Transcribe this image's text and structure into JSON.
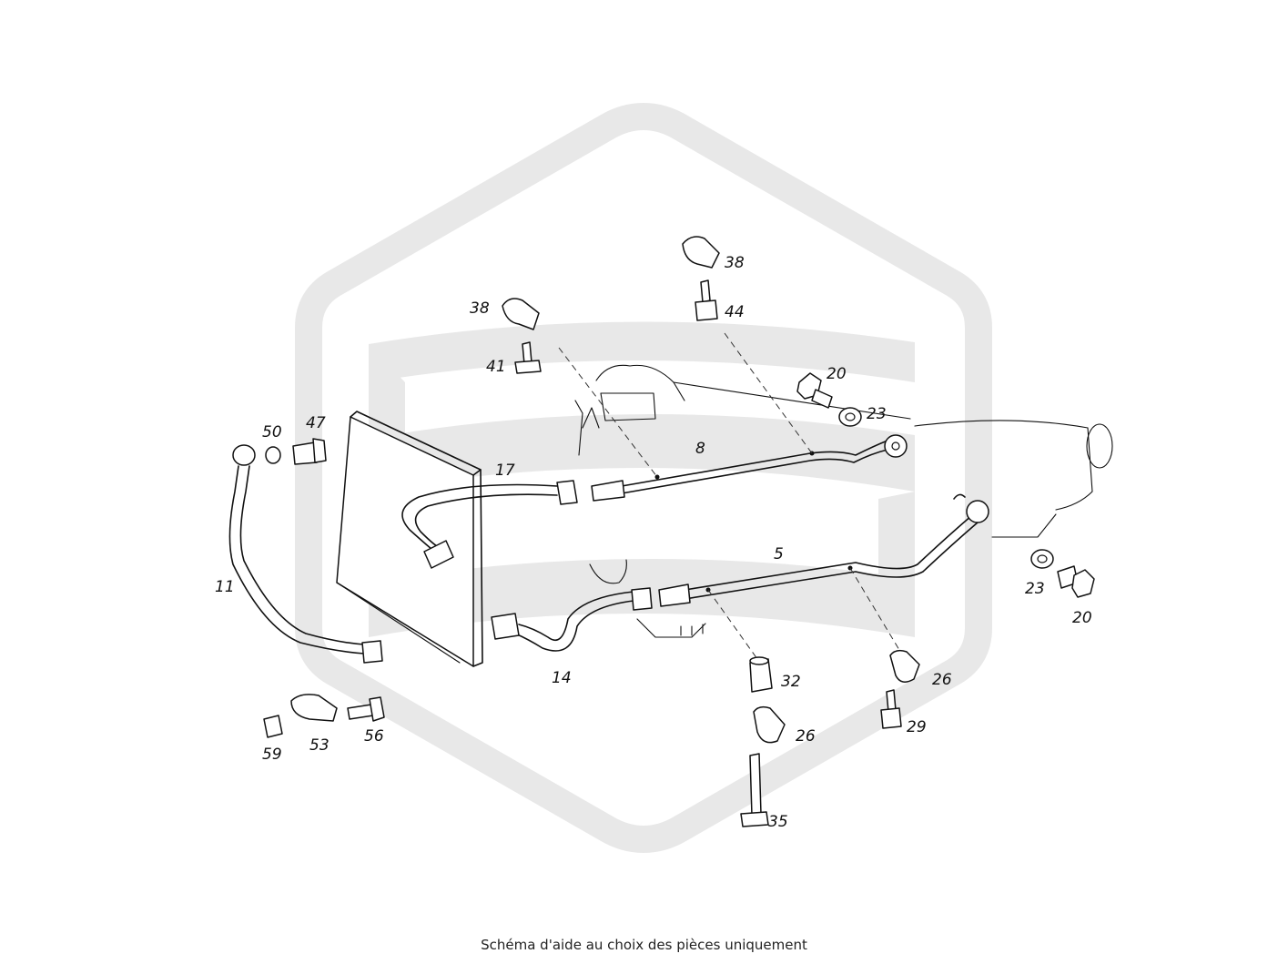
{
  "diagram": {
    "callouts": [
      {
        "id": "c38a",
        "text": "38"
      },
      {
        "id": "c41",
        "text": "41"
      },
      {
        "id": "c38b",
        "text": "38"
      },
      {
        "id": "c44",
        "text": "44"
      },
      {
        "id": "c20a",
        "text": "20"
      },
      {
        "id": "c23a",
        "text": "23"
      },
      {
        "id": "c50",
        "text": "50"
      },
      {
        "id": "c47",
        "text": "47"
      },
      {
        "id": "c17",
        "text": "17"
      },
      {
        "id": "c8",
        "text": "8"
      },
      {
        "id": "c11",
        "text": "11"
      },
      {
        "id": "c5",
        "text": "5"
      },
      {
        "id": "c23b",
        "text": "23"
      },
      {
        "id": "c20b",
        "text": "20"
      },
      {
        "id": "c14",
        "text": "14"
      },
      {
        "id": "c32",
        "text": "32"
      },
      {
        "id": "c26a",
        "text": "26"
      },
      {
        "id": "c29",
        "text": "29"
      },
      {
        "id": "c26b",
        "text": "26"
      },
      {
        "id": "c59",
        "text": "59"
      },
      {
        "id": "c53",
        "text": "53"
      },
      {
        "id": "c56",
        "text": "56"
      },
      {
        "id": "c35",
        "text": "35"
      }
    ],
    "watermark_color": "#e6e6e6",
    "line_color": "#111111"
  },
  "caption": "Schéma d'aide au choix des pièces uniquement"
}
